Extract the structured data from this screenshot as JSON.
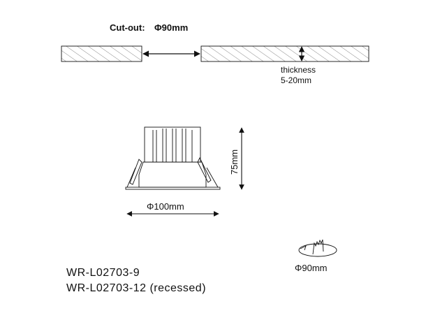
{
  "cutout": {
    "label": "Cut-out:",
    "value": "Φ90mm"
  },
  "thickness": {
    "label": "thickness",
    "range": "5-20mm"
  },
  "dimensions": {
    "height": "75mm",
    "diameter": "Φ100mm"
  },
  "hole_saw": {
    "diameter": "Φ90mm"
  },
  "models": [
    "WR-L02703-9",
    "WR-L02703-12  (recessed)"
  ],
  "colors": {
    "line": "#111111",
    "background": "#ffffff"
  }
}
